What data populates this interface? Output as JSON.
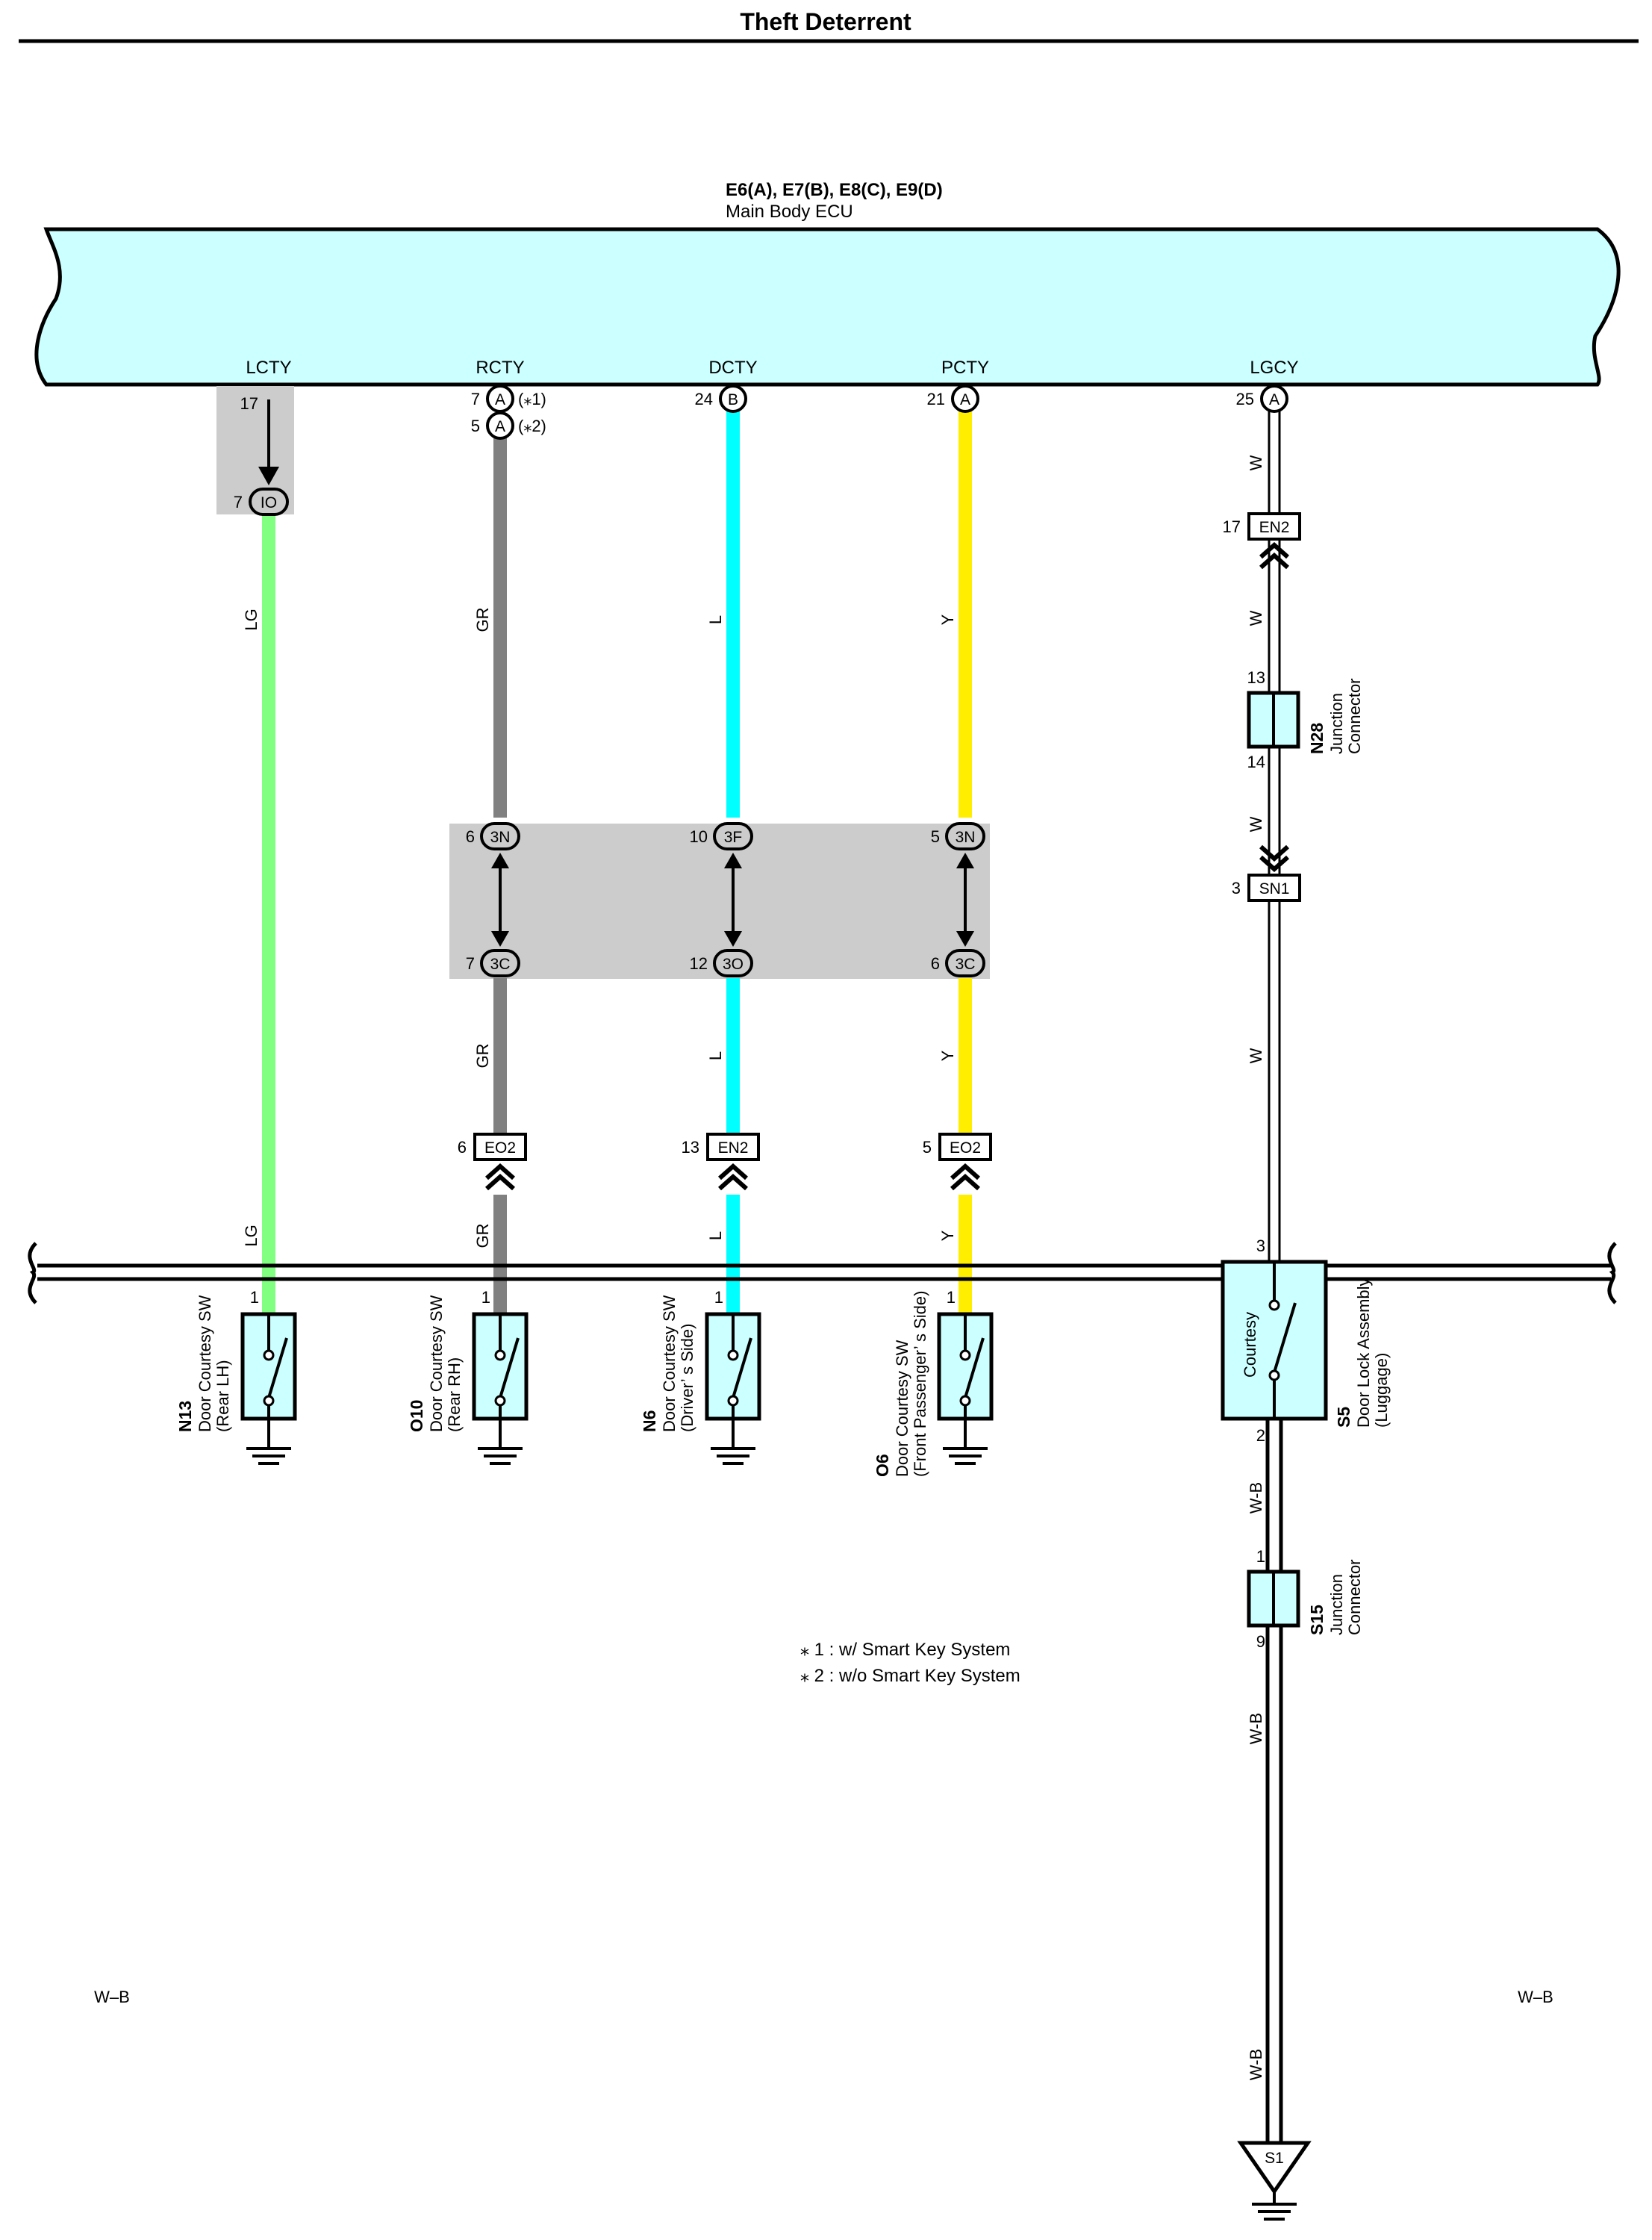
{
  "title": "Theft Deterrent",
  "ecu": {
    "id": "E6(A), E7(B), E8(C), E9(D)",
    "name": "Main Body ECU",
    "fill": "#ccffff"
  },
  "colors": {
    "LG": "#80ff80",
    "GR": "#808080",
    "L": "#00ffff",
    "Y": "#ffee00",
    "W": "#ffffff",
    "W-B": "#ffffff",
    "splice": "#cccccc",
    "component": "#ccffff"
  },
  "signals": [
    {
      "key": "lcty",
      "name": "LCTY"
    },
    {
      "key": "rcty",
      "name": "RCTY"
    },
    {
      "key": "dcty",
      "name": "DCTY"
    },
    {
      "key": "pcty",
      "name": "PCTY"
    },
    {
      "key": "lgcy",
      "name": "LGCY"
    }
  ],
  "ecu_pins": {
    "lcty": {
      "pin": "17"
    },
    "rcty": [
      {
        "pin": "7",
        "conn": "A",
        "note": "(⁎1)"
      },
      {
        "pin": "5",
        "conn": "A",
        "note": "(⁎2)"
      }
    ],
    "dcty": {
      "pin": "24",
      "conn": "B"
    },
    "pcty": {
      "pin": "21",
      "conn": "A"
    },
    "lgcy": {
      "pin": "25",
      "conn": "A"
    }
  },
  "connectors": {
    "lcty_io": {
      "pin": "7",
      "name": "IO"
    },
    "rcty_top": {
      "pin": "6",
      "name": "3N"
    },
    "rcty_bot": {
      "pin": "7",
      "name": "3C"
    },
    "dcty_top": {
      "pin": "10",
      "name": "3F"
    },
    "dcty_bot": {
      "pin": "12",
      "name": "3O"
    },
    "pcty_top": {
      "pin": "5",
      "name": "3N"
    },
    "pcty_bot": {
      "pin": "6",
      "name": "3C"
    },
    "rcty_eo2": {
      "pin": "6",
      "name": "EO2"
    },
    "dcty_en2": {
      "pin": "13",
      "name": "EN2"
    },
    "pcty_eo2": {
      "pin": "5",
      "name": "EO2"
    },
    "lgcy_en2": {
      "pin": "17",
      "name": "EN2"
    },
    "lgcy_sn1": {
      "pin": "3",
      "name": "SN1"
    }
  },
  "wire_labels": {
    "lcty": [
      "LG",
      "LG"
    ],
    "rcty": [
      "GR",
      "GR",
      "GR"
    ],
    "dcty": [
      "L",
      "L",
      "L"
    ],
    "pcty": [
      "Y",
      "Y",
      "Y"
    ],
    "lgcy": [
      "W",
      "W",
      "W",
      "W",
      "W-B",
      "W-B",
      "W-B"
    ]
  },
  "junctions": [
    {
      "id": "N28",
      "line1": "Junction",
      "line2": "Connector",
      "pin_top": "13",
      "pin_bottom": "14"
    },
    {
      "id": "S15",
      "line1": "Junction",
      "line2": "Connector",
      "pin_top": "1",
      "pin_bottom": "9"
    }
  ],
  "switches": [
    {
      "id": "N13",
      "line1": "Door Courtesy SW",
      "line2": "(Rear LH)",
      "pin": "1"
    },
    {
      "id": "O10",
      "line1": "Door Courtesy SW",
      "line2": "(Rear RH)",
      "pin": "1"
    },
    {
      "id": "N6",
      "line1": "Door Courtesy SW",
      "line2": "(Driver’ s Side)",
      "pin": "1"
    },
    {
      "id": "O6",
      "line1": "Door Courtesy SW",
      "line2": "(Front Passenger’ s Side)",
      "pin": "1"
    }
  ],
  "door_lock": {
    "id": "S5",
    "line1": "Door Lock Assembly",
    "line2": "(Luggage)",
    "inner": "Courtesy",
    "pin_top": "3",
    "pin_bottom": "2"
  },
  "bus": {
    "left": "W–B",
    "right": "W–B"
  },
  "ground": {
    "name": "S1"
  },
  "notes": [
    "⁎ 1 : w/ Smart Key System",
    "⁎ 2 : w/o Smart Key System"
  ]
}
